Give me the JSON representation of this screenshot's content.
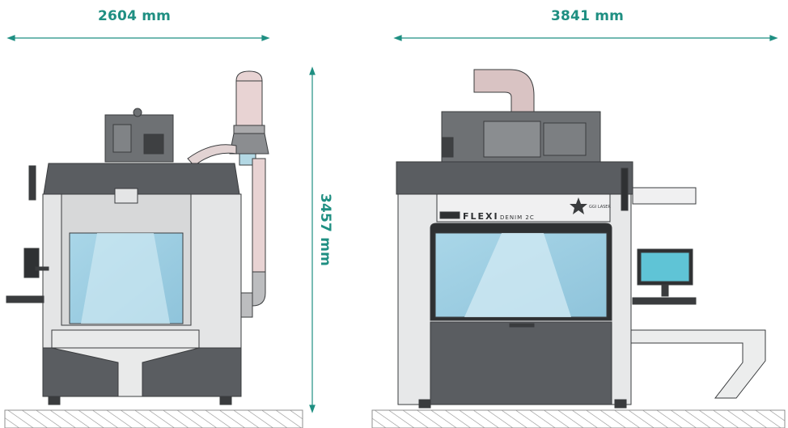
{
  "dimensions": {
    "width_left": "2604 mm",
    "width_right": "3841 mm",
    "height": "3457 mm"
  },
  "branding": {
    "machine_name": "FLEXI",
    "model": "DENIM 2C",
    "logo": "GGI LASER"
  },
  "colors": {
    "dimension_accent": "#1f8f82",
    "body_dark": "#5b5e62",
    "body_light": "#e6e7e8",
    "glass": "#b7dcea",
    "duct": "#e6d1d1",
    "screen": "#5fc4d6",
    "ground_hatch": "#9a9a9a"
  }
}
